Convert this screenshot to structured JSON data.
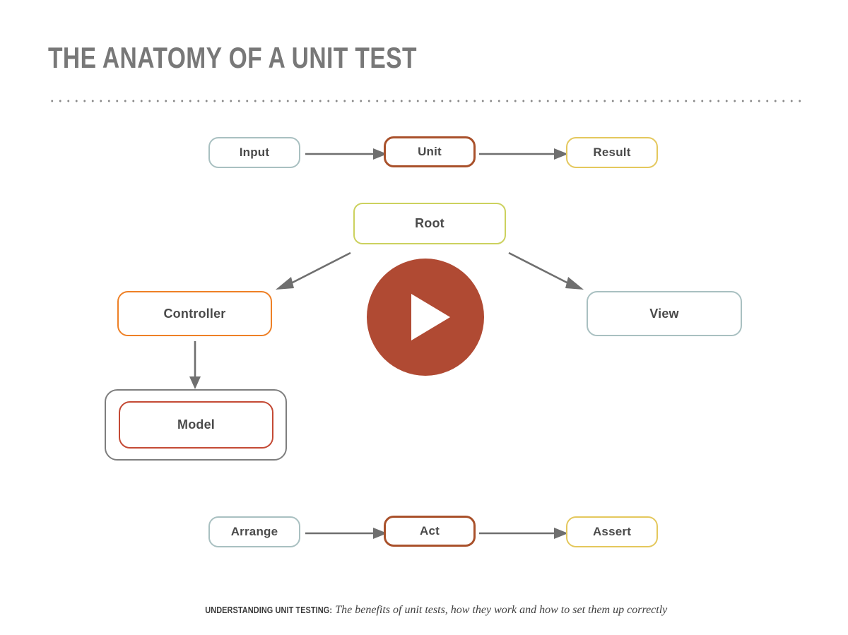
{
  "header": {
    "title": "THE ANATOMY OF A UNIT TEST"
  },
  "colors": {
    "title_gray": "#787878",
    "teal": "#a9c0c1",
    "brick": "#a9512b",
    "gold": "#e4c85d",
    "olive": "#ccd15e",
    "orange": "#ee8026",
    "model_red": "#c44a35",
    "outer_gray": "#7e7e7e",
    "arrow_gray": "#6f6f6f",
    "play_red": "#b04a33",
    "background": "#ffffff"
  },
  "diagram": {
    "row_top": {
      "nodes": [
        {
          "label": "Input",
          "accent": "teal"
        },
        {
          "label": "Unit",
          "accent": "brick"
        },
        {
          "label": "Result",
          "accent": "gold"
        }
      ]
    },
    "tree": {
      "root": {
        "label": "Root",
        "accent": "olive"
      },
      "left": {
        "label": "Controller",
        "accent": "orange"
      },
      "right": {
        "label": "View",
        "accent": "teal"
      },
      "nested": {
        "label": "Model",
        "accent": "model_red"
      }
    },
    "row_bottom": {
      "nodes": [
        {
          "label": "Arrange",
          "accent": "teal"
        },
        {
          "label": "Act",
          "accent": "brick"
        },
        {
          "label": "Assert",
          "accent": "gold"
        }
      ]
    },
    "play_button": {
      "icon": "play-triangle-icon"
    }
  },
  "footer": {
    "label": "UNDERSTANDING UNIT TESTING:",
    "text": "The benefits of unit tests, how they work and how to set them up correctly"
  }
}
